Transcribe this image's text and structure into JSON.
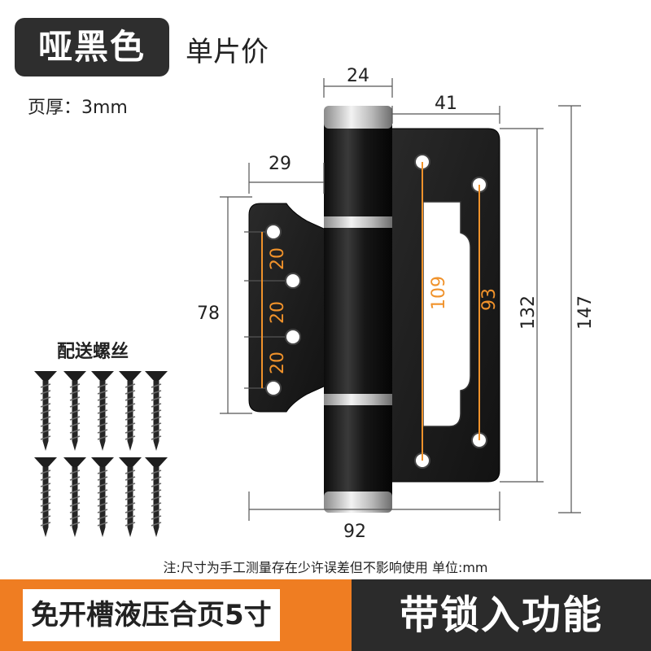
{
  "header": {
    "color_badge": "哑黑色",
    "unit_price_label": "单片价"
  },
  "specs": {
    "thickness": "页厚：3mm"
  },
  "accessories": {
    "screws_label": "配送螺丝"
  },
  "dimensions": {
    "knuckle_width": "24",
    "right_leaf_offset": "41",
    "left_leaf_offset": "29",
    "left_leaf_height": "78",
    "hole_spacing_1": "20",
    "hole_spacing_2": "20",
    "hole_spacing_3": "20",
    "outer_hole_span": "109",
    "inner_hole_span": "93",
    "right_leaf_height": "132",
    "total_height": "147",
    "total_width": "92"
  },
  "footnote": "注:尺寸为手工测量存在少许误差但不影响使用 单位:mm",
  "banner": {
    "product_name": "免开槽液压合页5寸",
    "feature": "带锁入功能"
  },
  "colors": {
    "accent_orange": "#ef7d22",
    "dimension_orange": "#f0922b",
    "hinge_black": "#1c1c1c",
    "badge_dark": "#2e2e2e"
  }
}
